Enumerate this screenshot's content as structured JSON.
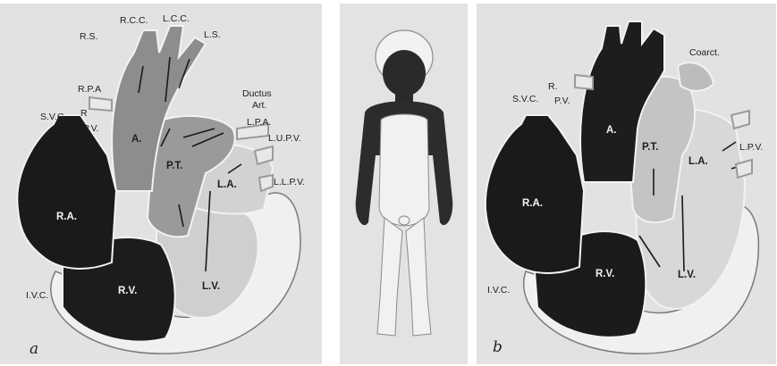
{
  "panel_a": {
    "letter": "a",
    "labels": {
      "rcc": "R.C.C.",
      "lcc": "L.C.C.",
      "rs": "R.S.",
      "ls": "L.S.",
      "rpa": "R.P.A",
      "ductus1": "Ductus",
      "ductus2": "Art.",
      "svc": "S.V.C.",
      "rpv1": "R",
      "rpv2": "P.V.",
      "aorta": "A.",
      "lpa": "L.P.A.",
      "lupv": "L.U.P.V.",
      "pt": "P.T.",
      "llpv": "L.L.P.V.",
      "la": "L.A.",
      "ra": "R.A.",
      "ivc": "I.V.C.",
      "rv": "R.V.",
      "lv": "L.V."
    }
  },
  "panel_b": {
    "letter": "b",
    "labels": {
      "coarct": "Coarct.",
      "svc": "S.V.C.",
      "rpv1": "R.",
      "rpv2": "P.V.",
      "aorta": "A.",
      "pt": "P.T.",
      "lpv": "L.P.V.",
      "la": "L.A.",
      "ra": "R.A.",
      "ivc": "I.V.C.",
      "rv": "R.V.",
      "lv": "L.V."
    }
  },
  "colors": {
    "panel_bg": "#e4e4e4",
    "venous_blood": "#1b1b1b",
    "mixed_blood": "#8a8a8a",
    "arterial_blood": "#d6d6d6",
    "outline": "#f2f2f2"
  }
}
